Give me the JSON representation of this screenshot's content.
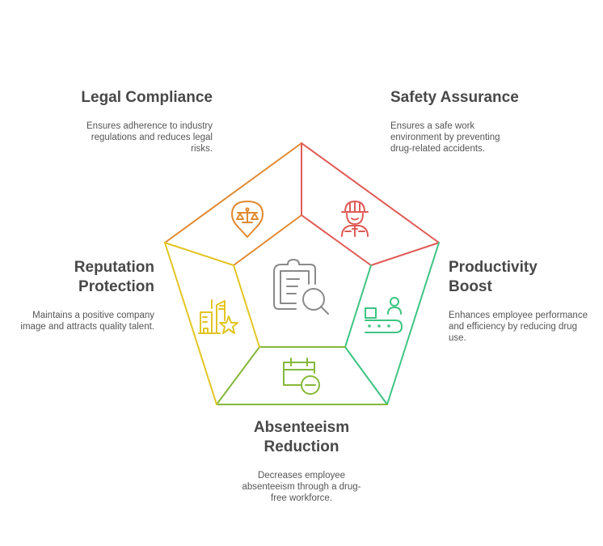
{
  "diagram": {
    "center_icon": "clipboard-search-icon",
    "center_color": "#8a8a8a",
    "segments": [
      {
        "key": "legal",
        "title": "Legal Compliance",
        "description": "Ensures adherence to industry regulations and reduces legal risks.",
        "icon": "scales-pin-icon",
        "color": "#e0892f"
      },
      {
        "key": "safety",
        "title": "Safety Assurance",
        "description": "Ensures a safe work environment by preventing drug-related accidents.",
        "icon": "construction-worker-icon",
        "color": "#e05a55"
      },
      {
        "key": "productivity",
        "title": "Productivity Boost",
        "description": "Enhances employee performance and efficiency by reducing drug use.",
        "icon": "conveyor-worker-icon",
        "color": "#3cc482"
      },
      {
        "key": "absenteeism",
        "title": "Absenteeism Reduction",
        "description": "Decreases employee absenteeism through a drug-free workforce.",
        "icon": "calendar-minus-icon",
        "color": "#86b83a"
      },
      {
        "key": "reputation",
        "title": "Reputation Protection",
        "description": "Maintains a positive company image and attracts quality talent.",
        "icon": "buildings-star-icon",
        "color": "#e2c520"
      }
    ]
  },
  "labels": {
    "legal_title": "Legal Compliance",
    "legal_desc": "Ensures adherence to industry regulations and reduces legal risks.",
    "safety_title": "Safety Assurance",
    "safety_desc": "Ensures a safe work environment by preventing drug-related accidents.",
    "productivity_title_1": "Productivity",
    "productivity_title_2": "Boost",
    "productivity_desc": "Enhances employee performance and efficiency by reducing drug use.",
    "absenteeism_title_1": "Absenteeism",
    "absenteeism_title_2": "Reduction",
    "absenteeism_desc": "Decreases employee absenteeism through a drug-free workforce.",
    "reputation_title_1": "Reputation",
    "reputation_title_2": "Protection",
    "reputation_desc": "Maintains a positive company image and attracts quality talent."
  }
}
